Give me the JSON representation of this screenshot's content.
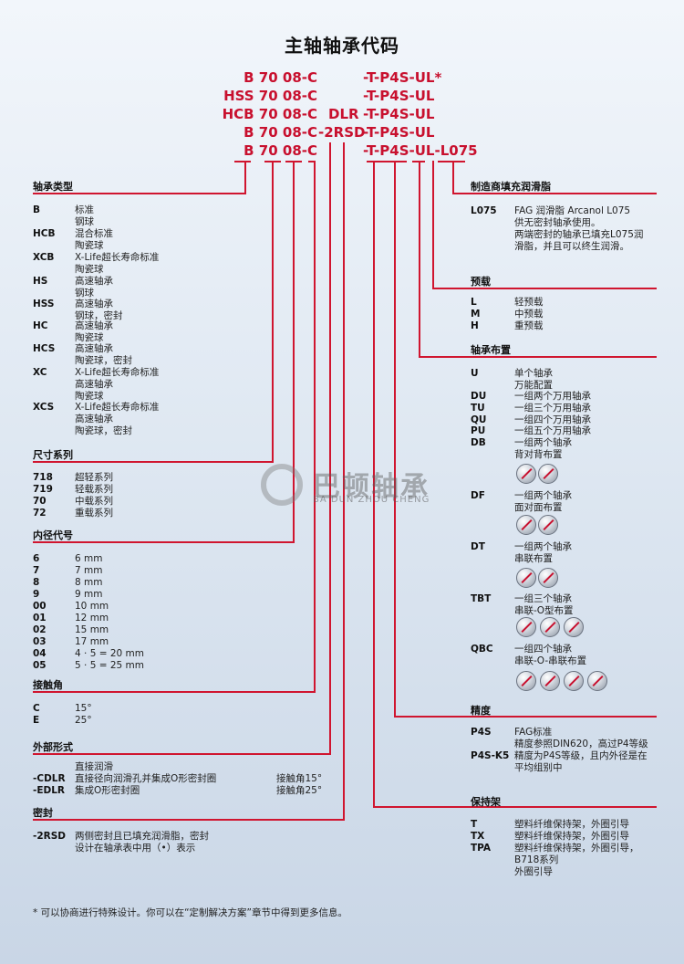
{
  "title": "主轴轴承代码",
  "codes": {
    "row1": {
      "a": "B 70 08-C",
      "c": "-T-P4S-UL*"
    },
    "row2": {
      "a": "HSS 70 08-C",
      "c": "-T-P4S-UL"
    },
    "row3": {
      "a": "HCB 70 08-C",
      "b": "DLR",
      "c": "-T-P4S-UL"
    },
    "row4": {
      "a": "B 70 08-C",
      "b": "-2RSD",
      "c": "-T-P4S-UL"
    },
    "row5": {
      "a": "B 70 08-C",
      "c": "-T-P4S-UL-L075"
    }
  },
  "bearing_type": {
    "heading": "轴承类型",
    "items": [
      {
        "k": "B",
        "d": "标准\n钢球"
      },
      {
        "k": "HCB",
        "d": "混合标准\n陶瓷球"
      },
      {
        "k": "XCB",
        "d": "X-Life超长寿命标准\n陶瓷球"
      },
      {
        "k": "HS",
        "d": "高速轴承\n钢球"
      },
      {
        "k": "HSS",
        "d": "高速轴承\n钢球，密封"
      },
      {
        "k": "HC",
        "d": "高速轴承\n陶瓷球"
      },
      {
        "k": "HCS",
        "d": "高速轴承\n陶瓷球，密封"
      },
      {
        "k": "XC",
        "d": "X-Life超长寿命标准\n高速轴承\n陶瓷球"
      },
      {
        "k": "XCS",
        "d": "X-Life超长寿命标准\n高速轴承\n陶瓷球，密封"
      }
    ]
  },
  "size_series": {
    "heading": "尺寸系列",
    "items": [
      {
        "k": "718",
        "d": "超轻系列"
      },
      {
        "k": "719",
        "d": "轻载系列"
      },
      {
        "k": "70",
        "d": "中载系列"
      },
      {
        "k": "72",
        "d": "重载系列"
      }
    ]
  },
  "bore_code": {
    "heading": "内径代号",
    "items": [
      {
        "k": "6",
        "d": "6 mm"
      },
      {
        "k": "7",
        "d": "7 mm"
      },
      {
        "k": "8",
        "d": "8 mm"
      },
      {
        "k": "9",
        "d": "9 mm"
      },
      {
        "k": "00",
        "d": "10 mm"
      },
      {
        "k": "01",
        "d": "12 mm"
      },
      {
        "k": "02",
        "d": "15 mm"
      },
      {
        "k": "03",
        "d": "17 mm"
      },
      {
        "k": "04",
        "d": "4 · 5 = 20 mm"
      },
      {
        "k": "05",
        "d": "5 · 5 = 25 mm"
      }
    ]
  },
  "contact_angle": {
    "heading": "接触角",
    "items": [
      {
        "k": "C",
        "d": "15°"
      },
      {
        "k": "E",
        "d": "25°"
      }
    ]
  },
  "external": {
    "heading": "外部形式",
    "line0": "直接润滑",
    "items": [
      {
        "k": "-CDLR",
        "d": "直接径向润滑孔并集成O形密封圈",
        "r": "接触角15°"
      },
      {
        "k": "-EDLR",
        "d": "集成O形密封圈",
        "r": "接触角25°"
      }
    ]
  },
  "seal": {
    "heading": "密封",
    "items": [
      {
        "k": "-2RSD",
        "d": "两侧密封且已填充润滑脂，密封\n设计在轴承表中用（•）表示"
      }
    ]
  },
  "grease": {
    "heading": "制造商填充润滑脂",
    "items": [
      {
        "k": "L075",
        "d": "FAG 润滑脂 Arcanol L075\n供无密封轴承使用。\n两端密封的轴承已填充L075润\n滑脂，并且可以终生润滑。"
      }
    ]
  },
  "preload": {
    "heading": "预载",
    "items": [
      {
        "k": "L",
        "d": "轻预载"
      },
      {
        "k": "M",
        "d": "中预载"
      },
      {
        "k": "H",
        "d": "重预载"
      }
    ]
  },
  "arrangement": {
    "heading": "轴承布置",
    "items": [
      {
        "k": "U",
        "d": "单个轴承\n万能配置"
      },
      {
        "k": "DU",
        "d": "一组两个万用轴承"
      },
      {
        "k": "TU",
        "d": "一组三个万用轴承"
      },
      {
        "k": "QU",
        "d": "一组四个万用轴承"
      },
      {
        "k": "PU",
        "d": "一组五个万用轴承"
      },
      {
        "k": "DB",
        "d": "一组两个轴承\n背对背布置"
      },
      {
        "k": "DF",
        "d": "一组两个轴承\n面对面布置"
      },
      {
        "k": "DT",
        "d": "一组两个轴承\n串联布置"
      },
      {
        "k": "TBT",
        "d": "一组三个轴承\n串联-O型布置"
      },
      {
        "k": "QBC",
        "d": "一组四个轴承\n串联-O-串联布置"
      }
    ]
  },
  "precision": {
    "heading": "精度",
    "items": [
      {
        "k": "P4S",
        "d": "FAG标准\n精度参照DIN620，高过P4等级"
      },
      {
        "k": "P4S-K5",
        "d": "精度为P4S等级，且内外径是在\n平均组别中"
      }
    ]
  },
  "cage": {
    "heading": "保持架",
    "items": [
      {
        "k": "T",
        "d": "塑料纤维保持架，外圈引导"
      },
      {
        "k": "TX",
        "d": "塑料纤维保持架，外圈引导"
      },
      {
        "k": "TPA",
        "d": "塑料纤维保持架，外圈引导，\nB718系列\n外圈引导"
      }
    ]
  },
  "watermark": {
    "cn": "巴顿轴承",
    "en": "BA DUN ZHOU CHENG"
  },
  "footnote": "* 可以协商进行特殊设计。你可以在“定制解决方案”章节中得到更多信息。"
}
